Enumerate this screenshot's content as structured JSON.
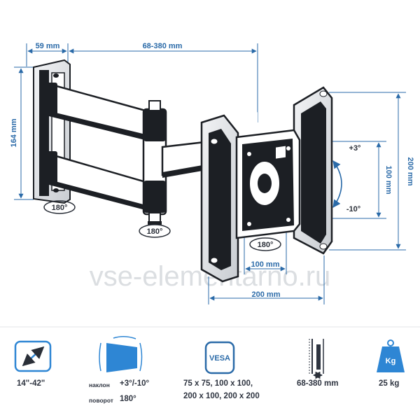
{
  "dimensions": {
    "wall_plate_depth": "59 mm",
    "arm_extension": "68-380 mm",
    "wall_plate_height": "164 mm",
    "tv_plate_height": "200 mm",
    "tv_plate_width": "200 mm",
    "vesa_inner_height": "100 mm",
    "vesa_inner_width": "100 mm"
  },
  "rotations": {
    "wall_swivel": "180°",
    "arm_swivel": "180°",
    "plate_rotation": "180°",
    "tilt_up": "+3°",
    "tilt_down": "-10°"
  },
  "watermark": "vse-elementarno.ru",
  "specs": {
    "screen_size": "14\"-42\"",
    "tilt_label": "наклон",
    "tilt_value": "+3°/-10°",
    "swivel_label": "поворот",
    "swivel_value": "180°",
    "vesa_badge": "VESA",
    "vesa_line1": "75 x 75, 100 x 100,",
    "vesa_line2": "200 x 100, 200 x 200",
    "extension": "68-380 mm",
    "weight_badge": "Kg",
    "weight": "25 kg"
  },
  "colors": {
    "dimension_blue": "#2a6aa8",
    "icon_blue": "#2e86d4",
    "metal_dark": "#1c1f24",
    "metal_light": "#e6e8eb"
  }
}
